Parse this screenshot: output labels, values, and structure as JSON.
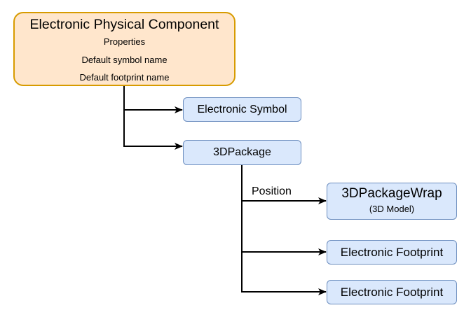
{
  "diagram": {
    "type": "hierarchy",
    "nodes": {
      "main": {
        "title": "Electronic Physical Component",
        "properties": [
          "Properties",
          "Default symbol name",
          "Default footprint name"
        ],
        "fill": "#ffe6cc",
        "stroke": "#d79b00"
      },
      "symbol": {
        "label": "Electronic Symbol"
      },
      "package": {
        "label": "3DPackage"
      },
      "wrap": {
        "label": "3DPackageWrap",
        "sublabel": "(3D Model)"
      },
      "footprint1": {
        "label": "Electronic Footprint"
      },
      "footprint2": {
        "label": "Electronic Footprint"
      }
    },
    "node_style": {
      "fill": "#dae8fc",
      "stroke": "#6c8ebf"
    },
    "edges": [
      {
        "from": "main",
        "to": "symbol",
        "label": ""
      },
      {
        "from": "main",
        "to": "package",
        "label": ""
      },
      {
        "from": "package",
        "to": "wrap",
        "label": "Position"
      },
      {
        "from": "package",
        "to": "footprint1",
        "label": ""
      },
      {
        "from": "package",
        "to": "footprint2",
        "label": ""
      }
    ]
  }
}
